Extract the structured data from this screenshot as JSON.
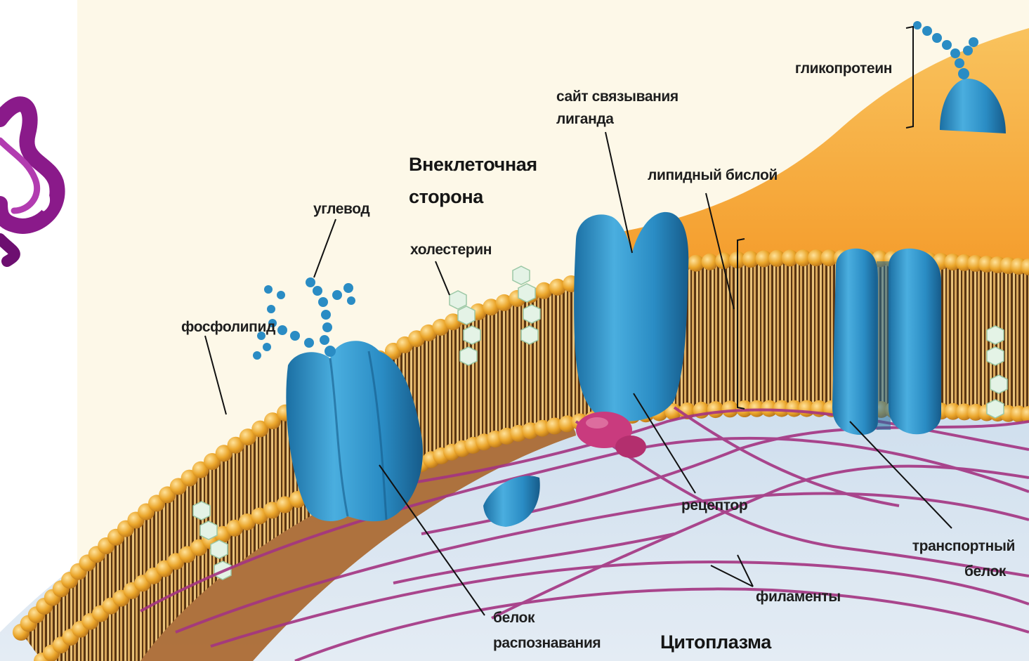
{
  "labels": {
    "glycoprotein": "гликопротеин",
    "ligand_site_1": "сайт связывания",
    "ligand_site_2": "лиганда",
    "extracellular_1": "Внеклеточная",
    "extracellular_2": "сторона",
    "lipid_bilayer": "липидный бислой",
    "carbohydrate": "углевод",
    "cholesterol": "холестерин",
    "phospholipid": "фосфолипид",
    "receptor": "рецептор",
    "transport_1": "транспортный",
    "transport_2": "белок",
    "filaments": "филаменты",
    "recognition_1": "белок",
    "recognition_2": "распознавания",
    "cytoplasm": "Цитоплазма"
  },
  "colors": {
    "background": "#fdf9ec",
    "extracellular_fluid": "#f6a83a",
    "cytoplasm": "#dbe6f0",
    "phospholipid_head": "#e8a52a",
    "lipid_tails": "#7a4a1a",
    "protein": "#2f8ec4",
    "protein_dark": "#1d6c9c",
    "filament": "#a0337c",
    "receptor_pink": "#c7337a",
    "cholesterol": "#dff0e2",
    "ribbon": "#8a1a8a"
  },
  "icons": [
    "protein-ribbon-icon"
  ]
}
